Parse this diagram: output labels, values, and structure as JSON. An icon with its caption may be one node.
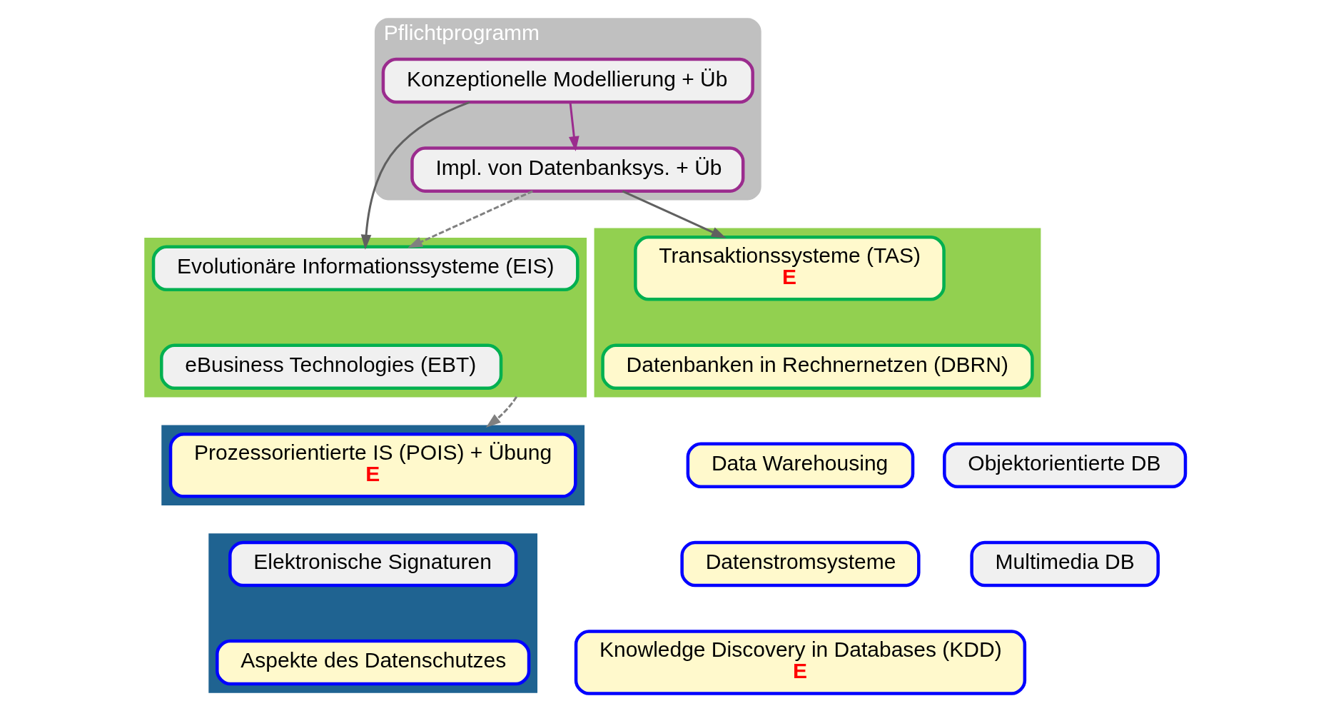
{
  "diagram": {
    "nodes": [
      {
        "text": [
          "Pflichtprogramm"
        ]
      },
      {
        "text": [
          "Konzeptionelle Modellierung + Üb"
        ],
        "in": 0
      },
      {
        "text": [
          "Impl. von Datenbanksys. + Üb"
        ],
        "in": 0
      },
      {
        "text": [],
        "shape": "box"
      },
      {
        "text": [
          "Evolutionäre Informationssysteme (EIS)"
        ],
        "in": 3
      },
      {
        "text": [
          "eBusiness Technologies (EBT)"
        ],
        "in": 3
      },
      {
        "text": [],
        "shape": "box"
      },
      {
        "text": [
          "Transaktionssysteme (TAS)",
          "E"
        ],
        "in": 6
      },
      {
        "text": [
          "Datenbanken in Rechnernetzen (DBRN)"
        ],
        "in": 6
      },
      {
        "text": [],
        "shape": "box"
      },
      {
        "text": [
          "Prozessorientierte IS (POIS) + Übung",
          "E"
        ],
        "in": 9
      },
      {
        "text": [],
        "shape": "box"
      },
      {
        "text": [
          "Elektronische Signaturen"
        ],
        "in": 11
      },
      {
        "text": [
          "Aspekte des Datenschutzes"
        ],
        "in": 11
      },
      {
        "text": [
          "Data Warehousing"
        ]
      },
      {
        "text": [
          "Objektorientierte DB"
        ]
      },
      {
        "text": [
          "Datenstromsysteme"
        ]
      },
      {
        "text": [
          "Multimedia DB"
        ]
      },
      {
        "text": [
          "Knowledge Discovery in Databases (KDD)",
          "E"
        ]
      }
    ],
    "edges": [
      {
        "from": 1,
        "to": 2,
        "arrow": "to",
        "color": "#9b2c8e"
      },
      {
        "from": 1,
        "to": 4,
        "arrow": "to"
      },
      {
        "from": 2,
        "to": 4,
        "arrow": "to",
        "style": "dashed",
        "color": "#808080"
      },
      {
        "from": 2,
        "to": 7,
        "arrow": "to"
      },
      {
        "from": 3,
        "to": 9,
        "arrow": "to",
        "style": "dashed",
        "color": "#808080"
      }
    ]
  }
}
